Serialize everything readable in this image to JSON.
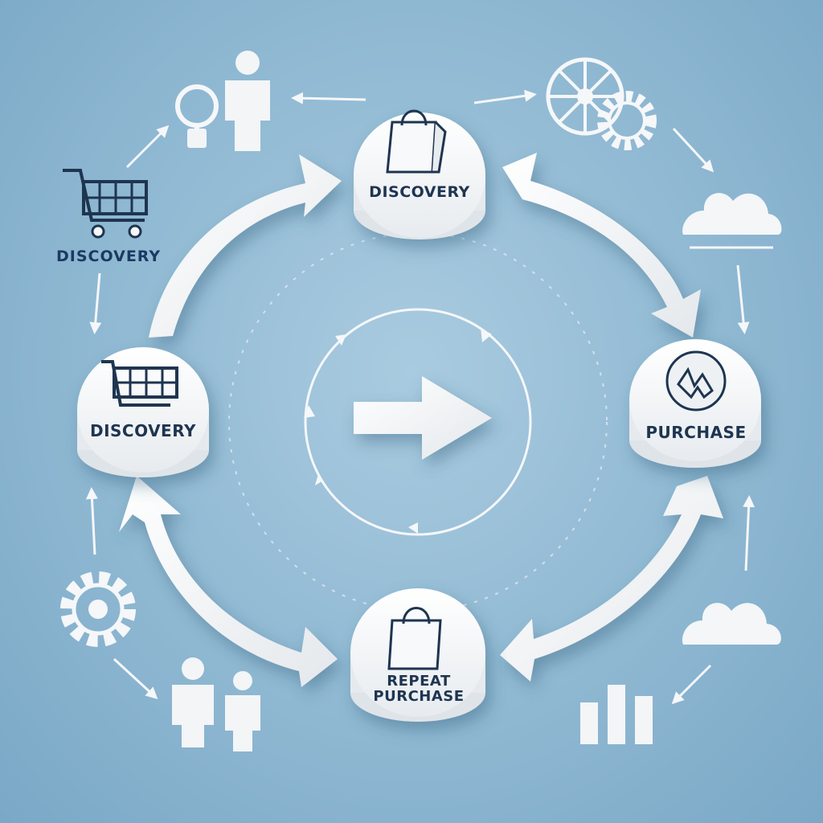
{
  "nodes": {
    "top": {
      "label": "DISCOVERY",
      "icon": "shopping-bag-icon"
    },
    "left": {
      "label": "DISCOVERY",
      "icon": "shopping-cart-icon"
    },
    "right": {
      "label": "PURCHASE",
      "icon": "checkmark-icon"
    },
    "bottom": {
      "label": "REPEAT PURCHASE",
      "label_line1": "REPEAT",
      "label_line2": "PURCHASE",
      "icon": "shopping-bag-icon"
    }
  },
  "side_items": {
    "cart": {
      "label": "DISCOVERY",
      "icon": "shopping-cart-icon"
    }
  },
  "decorative_icons": [
    "magnifier-icon",
    "person-icon",
    "gear-wheel-icon",
    "gear-icon",
    "cloud-icon",
    "person-pair-icon",
    "bar-chart-icon",
    "arrow-right-icon"
  ],
  "colors": {
    "background": "#8fb8d2",
    "node_fill": "#f4f6f8",
    "icon_stroke": "#1e3550",
    "accent_text": "#1b3a63"
  }
}
